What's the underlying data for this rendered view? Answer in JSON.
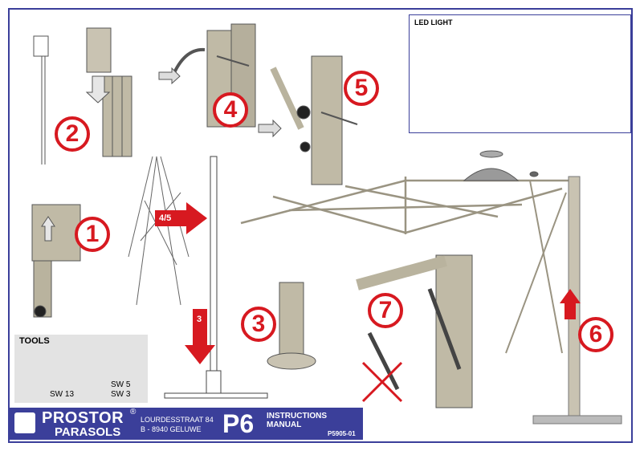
{
  "steps": {
    "s1": "1",
    "s2": "2",
    "s3": "3",
    "s4": "4",
    "s5": "5",
    "s6": "6",
    "s7": "7"
  },
  "arrows": {
    "a45": "4/5",
    "a3": "3"
  },
  "led": {
    "title": "LED LIGHT"
  },
  "tools": {
    "title": "TOOLS",
    "wrench": "SW 13",
    "hex1": "SW 5",
    "hex2": "SW 3"
  },
  "footer": {
    "brand": "PROSTOR",
    "reg": "®",
    "brand_sub": "PARASOLS",
    "address1": "LOURDESSTRAAT 84",
    "address2": "B - 8940  GELUWE",
    "model": "P6",
    "manual": "INSTRUCTIONS MANUAL",
    "code": "P5905-01"
  },
  "colors": {
    "accent": "#d71920",
    "brand": "#3b3f9a",
    "metal": "#b9b39e"
  }
}
